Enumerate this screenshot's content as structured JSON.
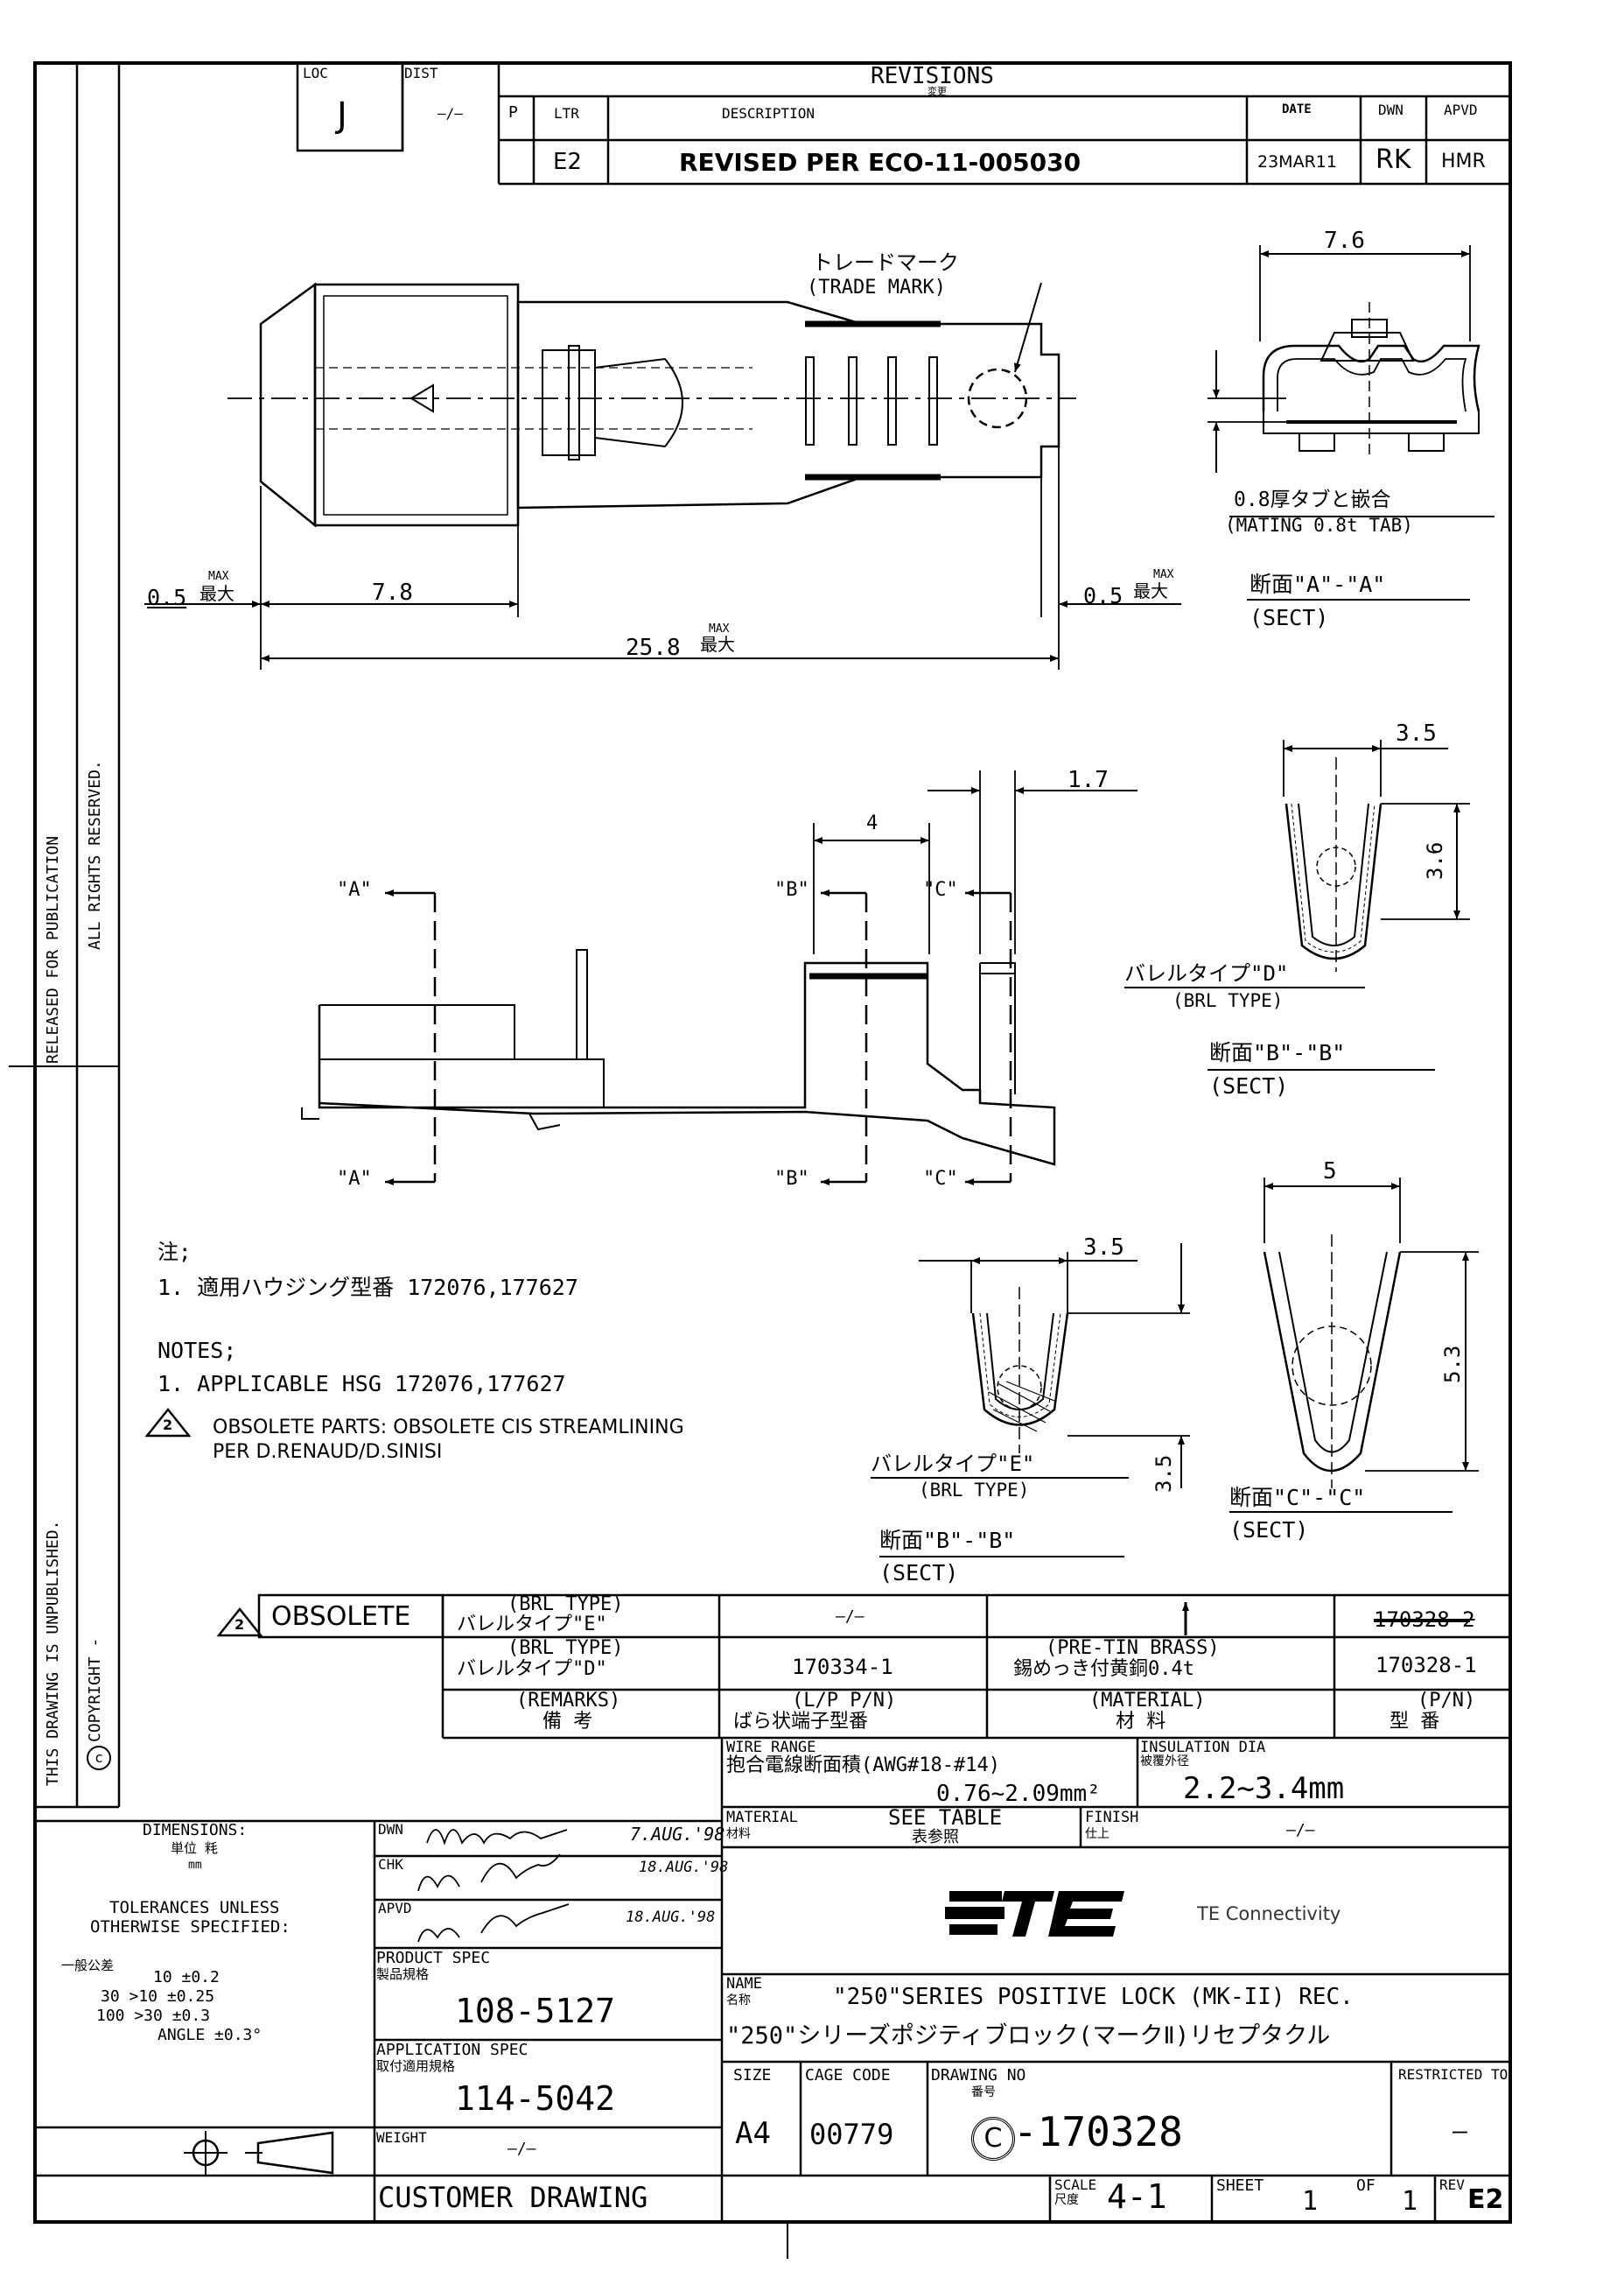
{
  "revisions": {
    "title": "REVISIONS",
    "title_jp": "変更",
    "loc_label": "LOC",
    "loc_value": "J",
    "dist_label": "DIST",
    "dist_value": "—/—",
    "col_p": "P",
    "col_ltr": "LTR",
    "col_description": "DESCRIPTION",
    "col_date": "DATE",
    "col_dwn": "DWN",
    "col_apvd": "APVD",
    "row": {
      "ltr": "E2",
      "description": "REVISED PER ECO-11-005030",
      "date": "23MAR11",
      "dwn": "RK",
      "apvd": "HMR"
    }
  },
  "side": {
    "released": "RELEASED FOR PUBLICATION",
    "rights": "ALL RIGHTS RESERVED.",
    "unpublished": "THIS DRAWING IS UNPUBLISHED.",
    "copyright": "COPYRIGHT  -",
    "copyright_symbol": "c"
  },
  "top_view": {
    "trade_mark_jp": "トレードマーク",
    "trade_mark": "(TRADE MARK)",
    "dim_left": "0.5",
    "dim_left_max": "MAX",
    "dim_left_jp": "最大",
    "dim_78": "7.8",
    "dim_right": "0.5",
    "dim_right_max": "MAX",
    "dim_right_jp": "最大",
    "dim_total": "25.8",
    "dim_total_max": "MAX",
    "dim_total_jp": "最大"
  },
  "section_a": {
    "dim_width": "7.6",
    "mating_jp": "0.8厚タブと嵌合",
    "mating": "(MATING 0.8t TAB)",
    "section_jp": "断面\"A\"-\"A\"",
    "section": "(SECT)"
  },
  "side_view": {
    "label_a_top": "\"A\"",
    "label_a_bottom": "\"A\"",
    "label_b_top": "\"B\"",
    "label_b_bottom": "\"B\"",
    "label_c_top": "\"C\"",
    "label_c_bottom": "\"C\"",
    "dim_4": "4",
    "dim_17": "1.7"
  },
  "barrel_d": {
    "dim_width": "3.5",
    "dim_height": "3.6",
    "type_jp": "バレルタイプ\"D\"",
    "type": "(BRL TYPE)",
    "section_jp": "断面\"B\"-\"B\"",
    "section": "(SECT)"
  },
  "barrel_e": {
    "dim_width": "3.5",
    "dim_height": "3.5",
    "type_jp": "バレルタイプ\"E\"",
    "type": "(BRL TYPE)",
    "section_jp": "断面\"B\"-\"B\"",
    "section": "(SECT)"
  },
  "section_c": {
    "dim_width": "5",
    "dim_height": "5.3",
    "section_jp": "断面\"C\"-\"C\"",
    "section": "(SECT)"
  },
  "notes": {
    "jp_head": "注;",
    "jp_line1": "1.  適用ハウジング型番   172076,177627",
    "head": "NOTES;",
    "line1": "1.  APPLICABLE HSG 172076,177627",
    "flag": "2",
    "obsolete1": "OBSOLETE PARTS: OBSOLETE CIS STREAMLINING",
    "obsolete2": "PER D.RENAUD/D.SINISI"
  },
  "parts_table": {
    "obsolete_flag": "2",
    "obsolete_label": "OBSOLETE",
    "row1_type": "(BRL TYPE)",
    "row1_type_jp": "バレルタイプ\"E\"",
    "row1_lp": "—/—",
    "row1_pn": "170328-2",
    "row2_type": "(BRL TYPE)",
    "row2_type_jp": "バレルタイプ\"D\"",
    "row2_lp": "170334-1",
    "row2_material": "(PRE-TIN BRASS)",
    "row2_material_jp": "錫めっき付黄銅0.4t",
    "row2_pn": "170328-1",
    "hdr_remarks": "(REMARKS)",
    "hdr_remarks_jp": "備   考",
    "hdr_lp": "(L/P P/N)",
    "hdr_lp_jp": "ばら状端子型番",
    "hdr_material": "(MATERIAL)",
    "hdr_material_jp": "材   料",
    "hdr_pn": "(P/N)",
    "hdr_pn_jp": "型   番"
  },
  "title_block": {
    "wire_range_label": "WIRE RANGE",
    "wire_range_jp": "抱合電線断面積(AWG#18-#14)",
    "wire_range_value": "0.76~2.09mm²",
    "insulation_label": "INSULATION DIA",
    "insulation_jp": "被覆外径",
    "insulation_value": "2.2~3.4mm",
    "dimensions_label": "DIMENSIONS:",
    "dimensions_jp": "単位  粍",
    "dimensions_unit": "mm",
    "tolerances1": "TOLERANCES UNLESS",
    "tolerances2": "OTHERWISE SPECIFIED:",
    "tol_jp": "一般公差",
    "tol_row1": "10   ±0.2",
    "tol_row2": "30  >10  ±0.25",
    "tol_row3": "100  >30  ±0.3",
    "tol_row4": "ANGLE  ±0.3°",
    "dwn_label": "DWN",
    "dwn_date": "7.AUG.'98",
    "chk_label": "CHK",
    "chk_date": "18.AUG.'98",
    "apvd_label": "APVD",
    "apvd_date": "18.AUG.'98",
    "material_label": "MATERIAL",
    "material_jp": "材料",
    "material_value": "SEE TABLE",
    "material_value_jp": "表参照",
    "finish_label": "FINISH",
    "finish_jp": "仕上",
    "finish_value": "—/—",
    "company": "TE Connectivity",
    "product_spec_label": "PRODUCT SPEC",
    "product_spec_jp": "製品規格",
    "product_spec": "108-5127",
    "application_spec_label": "APPLICATION SPEC",
    "application_spec_jp": "取付適用規格",
    "application_spec": "114-5042",
    "weight_label": "WEIGHT",
    "weight_value": "—/—",
    "name_label": "NAME",
    "name_jp_label": "名称",
    "name_en": "\"250\"SERIES POSITIVE LOCK (MK-II) REC.",
    "name_jp": "\"250\"シリーズポジティブロック(マークⅡ)リセプタクル",
    "size_label": "SIZE",
    "size": "A4",
    "cage_label": "CAGE CODE",
    "cage": "00779",
    "drawing_label": "DRAWING  NO",
    "drawing_jp": "番号",
    "drawing_prefix": "C",
    "drawing_no": "-170328",
    "restricted_label": "RESTRICTED TO",
    "restricted_value": "—",
    "customer_drawing": "CUSTOMER DRAWING",
    "scale_label": "SCALE",
    "scale_jp": "尺度",
    "scale": "4-1",
    "sheet_label": "SHEET",
    "sheet": "1",
    "of_label": "OF",
    "of": "1",
    "rev_label": "REV",
    "rev": "E2"
  }
}
